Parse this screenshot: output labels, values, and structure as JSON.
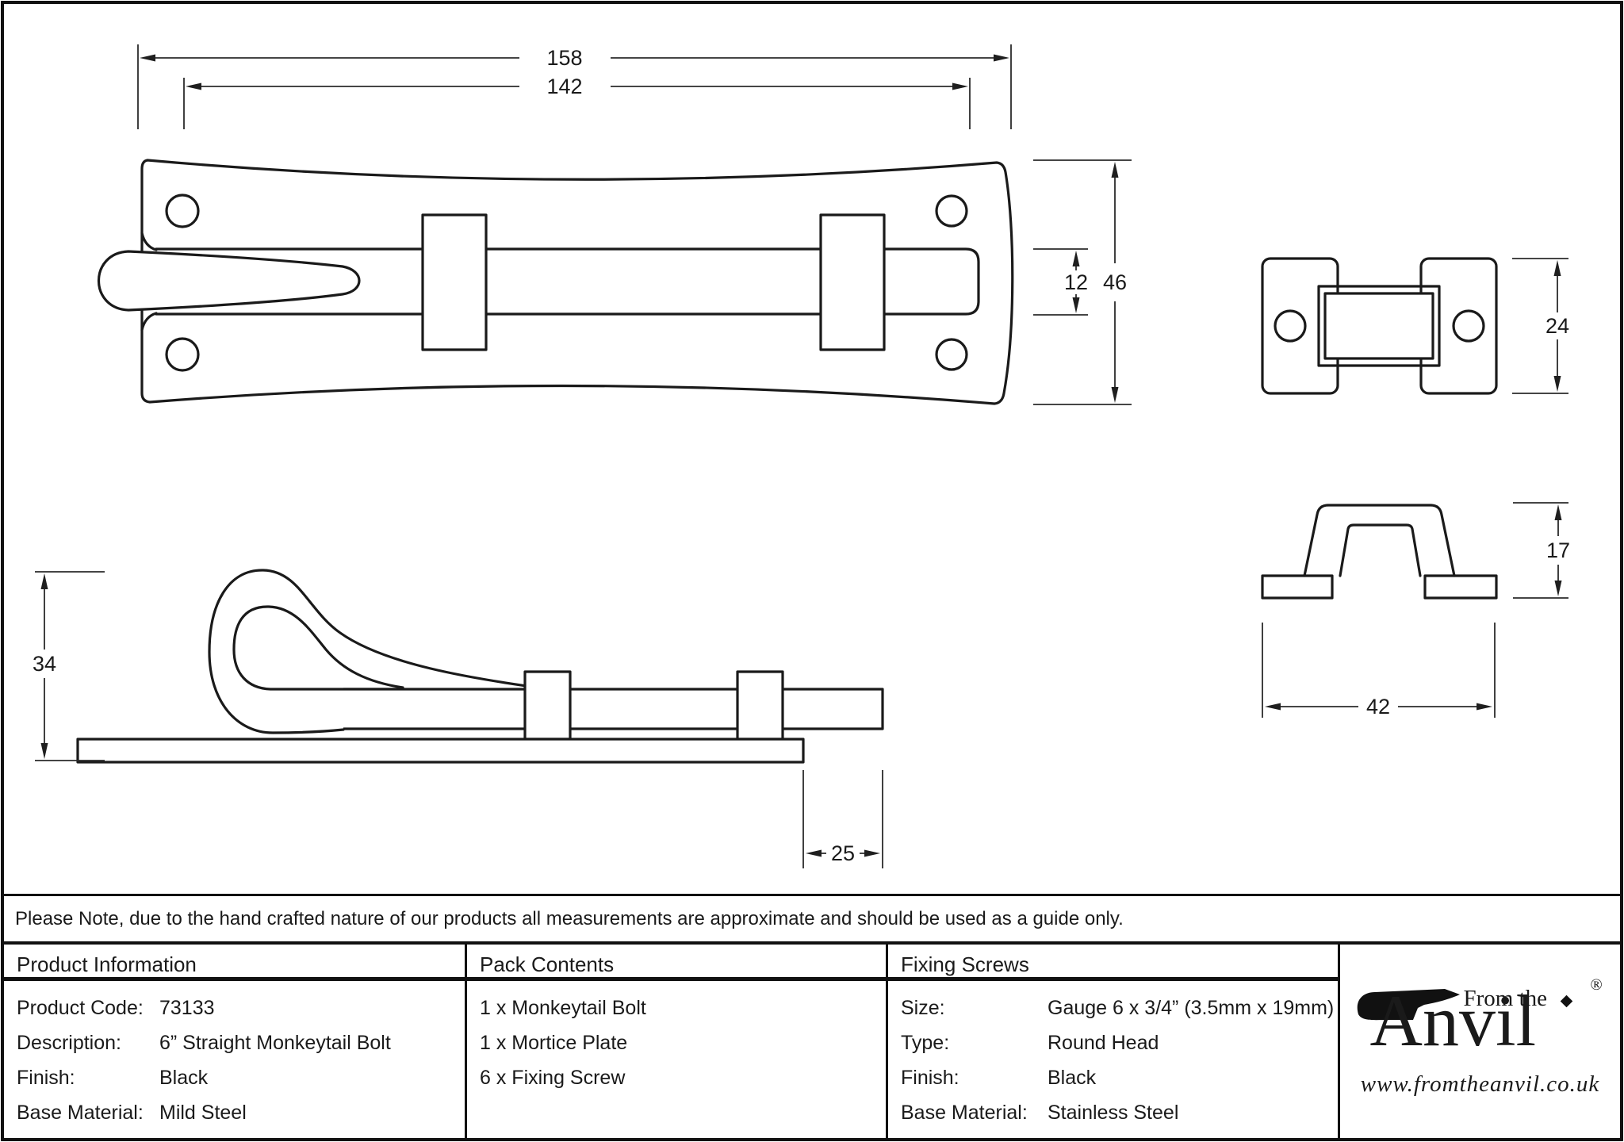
{
  "note": {
    "text": "Please Note, due to the hand crafted nature of our products all measurements are approximate and should be used as a guide only."
  },
  "dimensions": {
    "front": {
      "overall_length": "158",
      "fixing_centres": "142",
      "bolt_width": "12",
      "plate_height": "46"
    },
    "mortice_front": {
      "height": "24"
    },
    "side": {
      "height": "34",
      "bolt_throw": "25"
    },
    "mortice_side": {
      "height": "17",
      "width": "42"
    }
  },
  "table": {
    "product_information": {
      "title": "Product Information",
      "rows": [
        {
          "label": "Product Code:",
          "value": "73133"
        },
        {
          "label": "Description:",
          "value": "6” Straight Monkeytail Bolt"
        },
        {
          "label": "Finish:",
          "value": "Black"
        },
        {
          "label": "Base Material:",
          "value": "Mild Steel"
        }
      ]
    },
    "pack_contents": {
      "title": "Pack Contents",
      "items": [
        "1 x Monkeytail Bolt",
        "1 x Mortice Plate",
        "6 x Fixing Screw"
      ]
    },
    "fixing_screws": {
      "title": "Fixing Screws",
      "rows": [
        {
          "label": "Size:",
          "value": "Gauge 6 x 3/4” (3.5mm x 19mm)"
        },
        {
          "label": "Type:",
          "value": "Round Head"
        },
        {
          "label": "Finish:",
          "value": "Black"
        },
        {
          "label": "Base Material:",
          "value": "Stainless Steel"
        }
      ]
    }
  },
  "logo": {
    "brand_prefix": "From the",
    "brand_name": "Anvil",
    "registered_mark": "®",
    "website": "www.fromtheanvil.co.uk"
  },
  "colors": {
    "line": "#1a1a1a",
    "background": "#ffffff"
  }
}
